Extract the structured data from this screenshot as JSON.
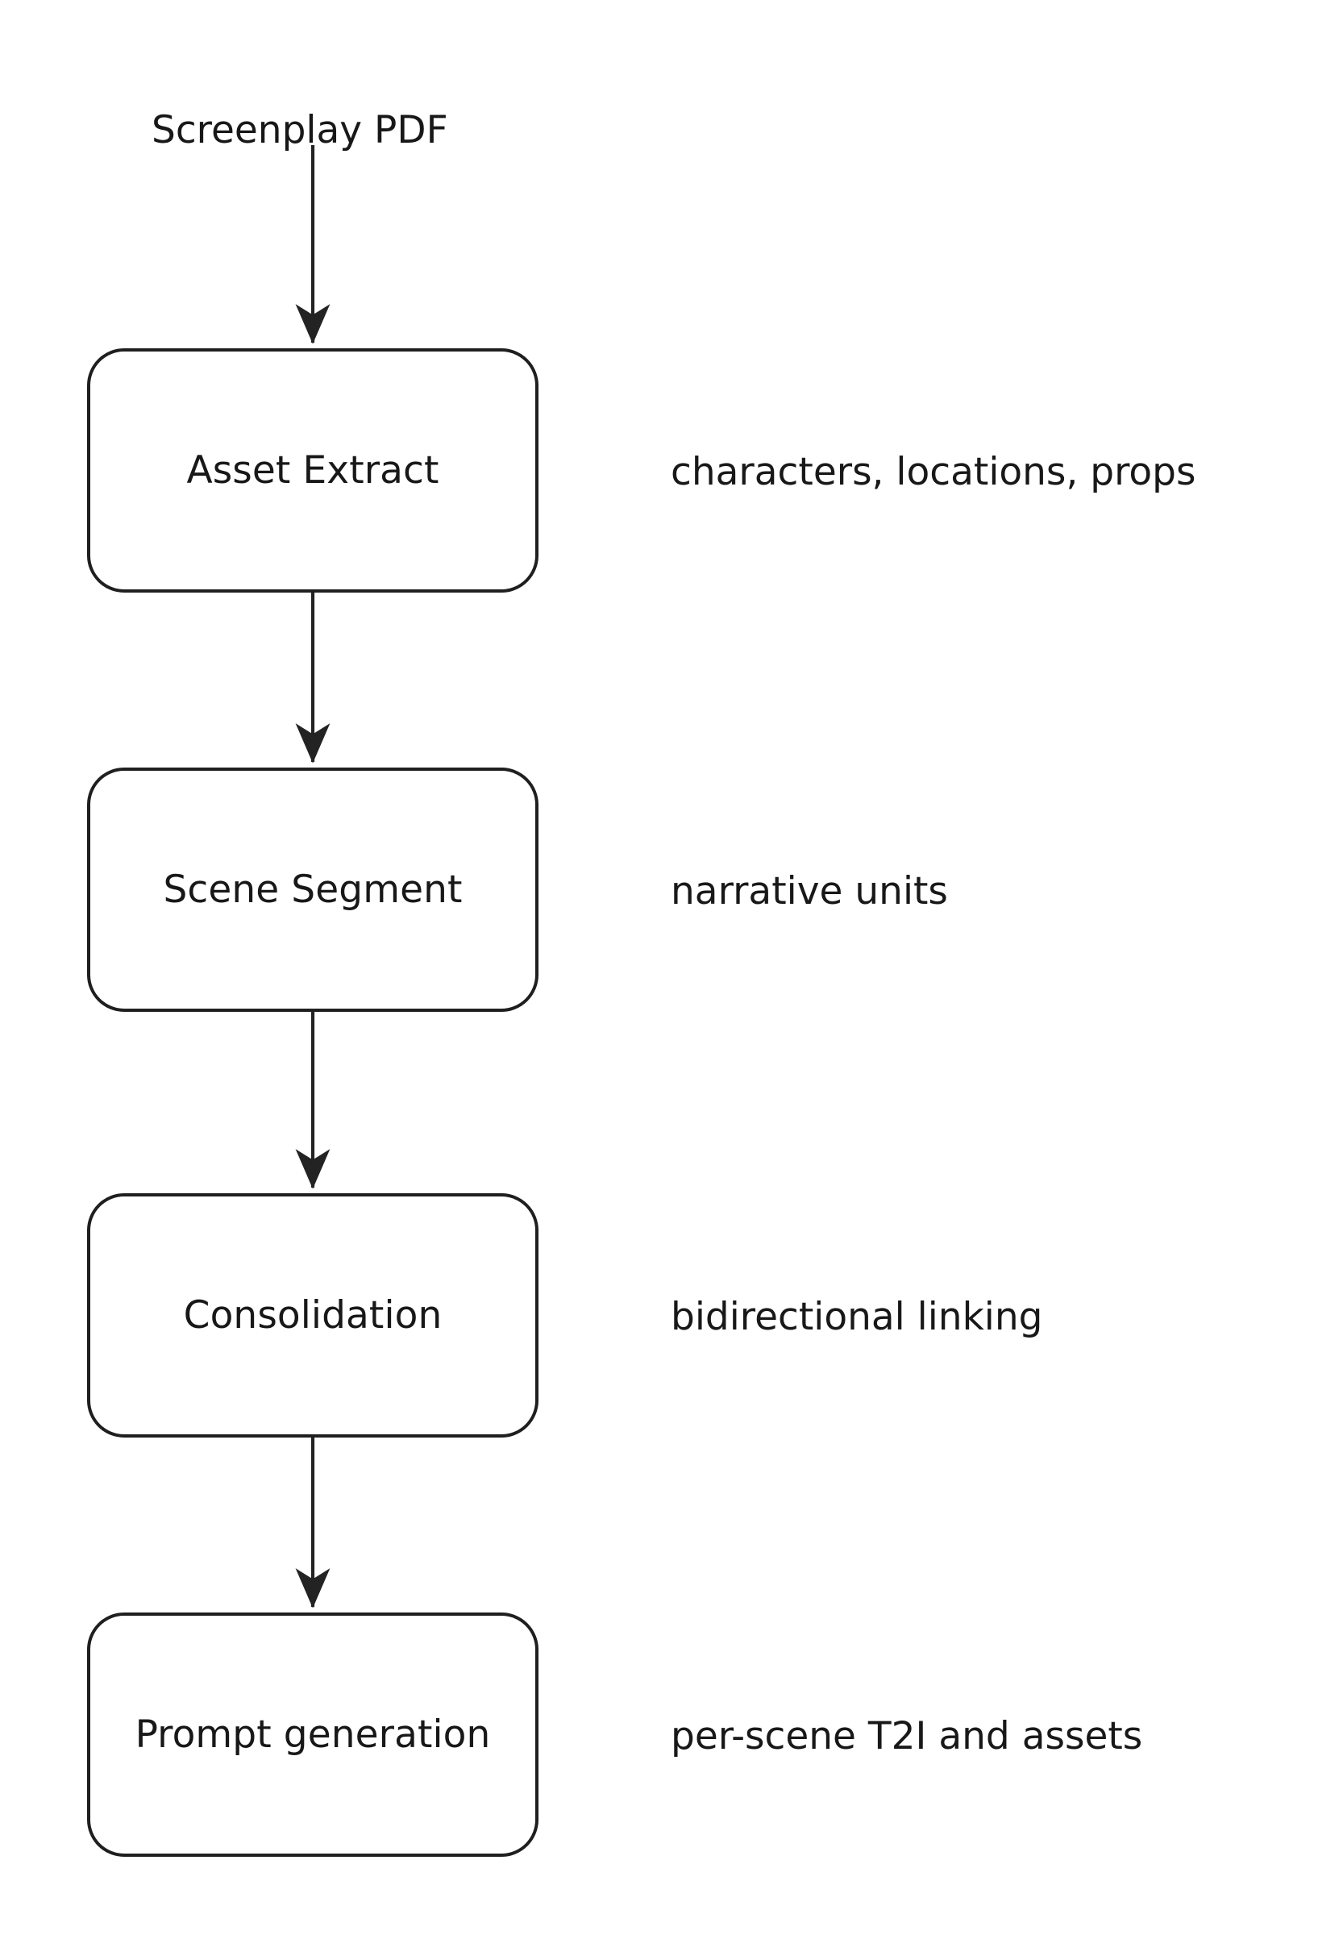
{
  "diagram": {
    "type": "flowchart",
    "orientation": "top-to-bottom",
    "source_label": "Screenplay PDF",
    "colors": {
      "stroke": "#1f1f1f",
      "text": "#181818",
      "background": "#ffffff",
      "arrow": "#232323"
    },
    "nodes": [
      {
        "id": "asset-extract",
        "label": "Asset Extract",
        "annotation": "characters, locations, props"
      },
      {
        "id": "scene-segment",
        "label": "Scene Segment",
        "annotation": "narrative units"
      },
      {
        "id": "consolidation",
        "label": "Consolidation",
        "annotation": "bidirectional linking"
      },
      {
        "id": "prompt-generation",
        "label": "Prompt generation",
        "annotation": "per-scene T2I and assets"
      }
    ],
    "edges": [
      {
        "from": "Screenplay PDF",
        "to": "Asset Extract"
      },
      {
        "from": "Asset Extract",
        "to": "Scene Segment"
      },
      {
        "from": "Scene Segment",
        "to": "Consolidation"
      },
      {
        "from": "Consolidation",
        "to": "Prompt generation"
      }
    ]
  }
}
